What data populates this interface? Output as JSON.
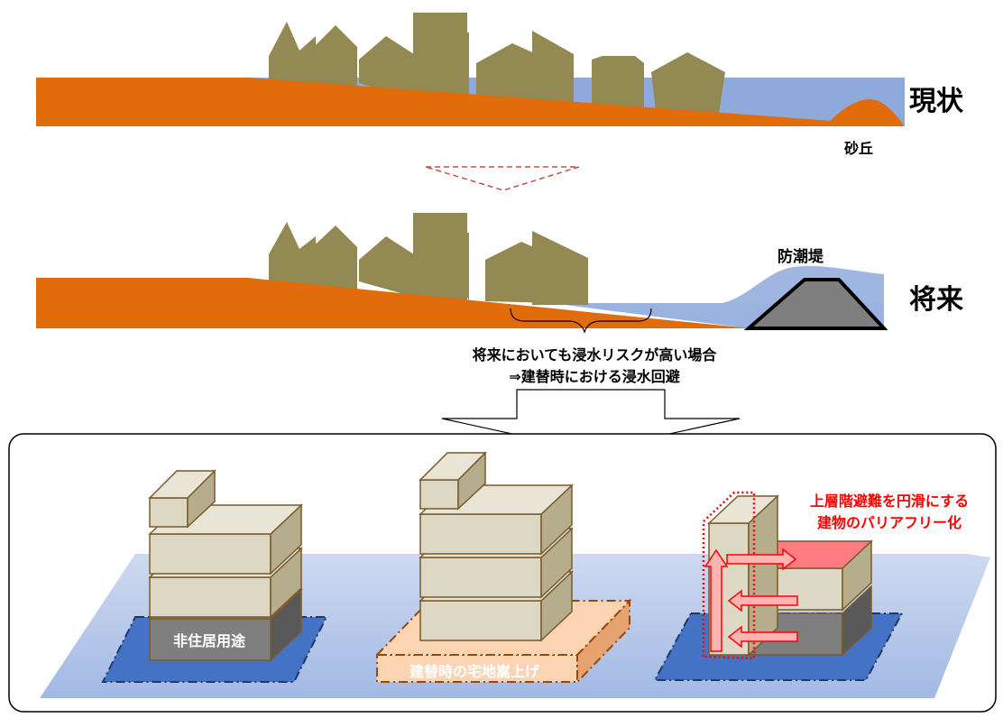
{
  "top": {
    "stage_label": "現状",
    "dune_label": "砂丘"
  },
  "middle": {
    "stage_label": "将来",
    "seawall_label": "防潮堤"
  },
  "note": {
    "line1": "将来においても浸水リスクが高い場合",
    "line2": "⇒建替時における浸水回避"
  },
  "bottom": {
    "building1_label": "非住居用途",
    "building2_label": "建替時の宅地嵩上げ",
    "building3_caption_line1": "上層階避難を円滑にする",
    "building3_caption_line2": "建物のバリアフリー化"
  },
  "colors": {
    "ground": "#e36c0a",
    "water": "#8eaadb",
    "house": "#938953",
    "seawall": "#7f7f7f",
    "floor": "#ddd8c3",
    "floor_side": "#b5ad8c",
    "flood_plate": "#4472c4",
    "accent_red": "#ff0000",
    "raise_fill": "#fbd4b4"
  }
}
